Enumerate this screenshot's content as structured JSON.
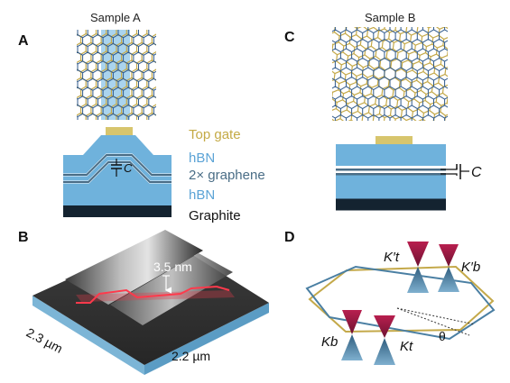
{
  "panels": {
    "a": {
      "letter": "A",
      "title": "Sample A",
      "labels": {
        "top_gate": "Top gate",
        "hbn_top": "hBN",
        "graphene": "2× graphene",
        "hbn_bottom": "hBN",
        "graphite": "Graphite",
        "capacitance": "C"
      }
    },
    "b": {
      "letter": "B",
      "height_label": "3.5 nm",
      "width_label": "2.3 µm",
      "length_label": "2.2 µm"
    },
    "c": {
      "letter": "C",
      "title": "Sample B",
      "capacitance": "C"
    },
    "d": {
      "letter": "D",
      "k_t_prime": "K′t",
      "k_b_prime": "K′b",
      "k_b": "Kb",
      "k_t": "Kt",
      "theta": "θ"
    }
  },
  "colors": {
    "hbn": "#6fb2dc",
    "graphene_layer": "#4a6d86",
    "graphite": "#142330",
    "gate": "#d7c56d",
    "lattice_blue": "#2f5a8c",
    "lattice_gold": "#c4a94a",
    "afm_red": "#d93c4a",
    "cone_red": "#9b1b45",
    "cone_blue": "#4a7fa3",
    "label_blue": "#5ba3d6"
  }
}
